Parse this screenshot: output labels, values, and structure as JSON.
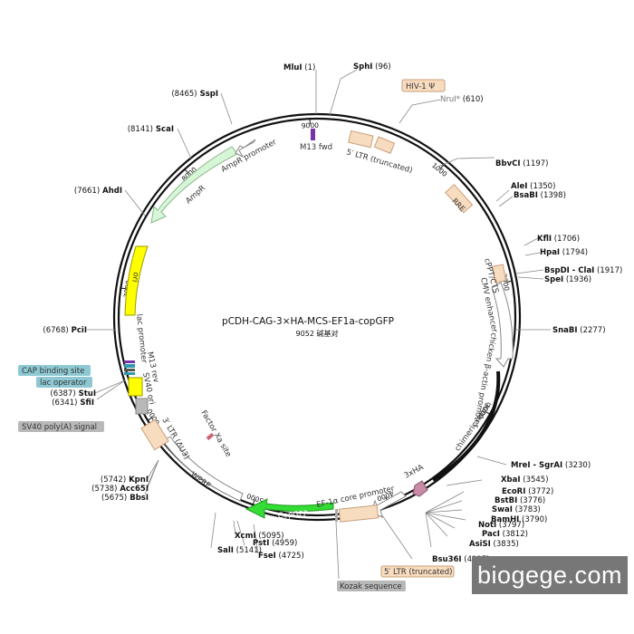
{
  "title": "pCDH-CAG-3×HA-MCS-EF1a-copGFP",
  "subtitle": "9052 碱基对",
  "watermark": "biogege.com",
  "colors": {
    "ring": "#111111",
    "ltr": "#f8dcbf",
    "ltr_stroke": "#c8a07a",
    "ampr": "#d7f5d7",
    "ampr_stroke": "#8ab98a",
    "ori": "#ffff00",
    "copgfp": "#33dd33",
    "promoter": "#ffffff",
    "cap_bg": "#8ec9d3",
    "gray_bg": "#b8b8b8",
    "m13": "#7733aa",
    "xa": "#cc6677",
    "ha": "#c98aa6"
  },
  "ticks": [
    {
      "pos": 1000,
      "label": "1000"
    },
    {
      "pos": 2000,
      "label": "2000"
    },
    {
      "pos": 3000,
      "label": "3000"
    },
    {
      "pos": 4000,
      "label": "4000"
    },
    {
      "pos": 5000,
      "label": "5000"
    },
    {
      "pos": 6000,
      "label": "6000"
    },
    {
      "pos": 7000,
      "label": "7000"
    },
    {
      "pos": 8000,
      "label": "8000"
    },
    {
      "pos": 9000,
      "label": "9000"
    }
  ],
  "sites": [
    {
      "name": "MluI",
      "coord": "(1)"
    },
    {
      "name": "SphI",
      "coord": "(96)"
    },
    {
      "name": "NruI*",
      "coord": "(610)",
      "gray": true
    },
    {
      "name": "BbvCI",
      "coord": "(1197)"
    },
    {
      "name": "AleI",
      "coord": "(1350)"
    },
    {
      "name": "BsaBI",
      "coord": "(1398)"
    },
    {
      "name": "KflI",
      "coord": "(1706)"
    },
    {
      "name": "HpaI",
      "coord": "(1794)"
    },
    {
      "name": "BspDI - ClaI",
      "coord": "(1917)"
    },
    {
      "name": "SpeI",
      "coord": "(1936)"
    },
    {
      "name": "SnaBI",
      "coord": "(2277)"
    },
    {
      "name": "MreI - SgrAI",
      "coord": "(3230)"
    },
    {
      "name": "XbaI",
      "coord": "(3545)"
    },
    {
      "name": "EcoRI",
      "coord": "(3772)"
    },
    {
      "name": "BstBI",
      "coord": "(3776)"
    },
    {
      "name": "SwaI",
      "coord": "(3783)"
    },
    {
      "name": "BamHI",
      "coord": "(3790)"
    },
    {
      "name": "NotI",
      "coord": "(3797)"
    },
    {
      "name": "PacI",
      "coord": "(3812)"
    },
    {
      "name": "AsiSI",
      "coord": "(3835)"
    },
    {
      "name": "Bsu36I",
      "coord": "(4117)"
    },
    {
      "name": "FseI",
      "coord": "(4725)"
    },
    {
      "name": "PstI",
      "coord": "(4959)"
    },
    {
      "name": "XcmI",
      "coord": "(5095)"
    },
    {
      "name": "SalI",
      "coord": "(5141)"
    },
    {
      "name": "BbsI",
      "coord": "(5675)"
    },
    {
      "name": "Acc65I",
      "coord": "(5738)"
    },
    {
      "name": "KpnI",
      "coord": "(5742)"
    },
    {
      "name": "SfiI",
      "coord": "(6341)"
    },
    {
      "name": "StuI",
      "coord": "(6387)"
    },
    {
      "name": "PciI",
      "coord": "(6768)"
    },
    {
      "name": "AhdI",
      "coord": "(7661)"
    },
    {
      "name": "ScaI",
      "coord": "(8141)"
    },
    {
      "name": "SspI",
      "coord": "(8465)"
    }
  ],
  "features": {
    "hiv_psi": "HIV-1 Ψ",
    "ltr5_trunc": "5′ LTR (truncated)",
    "rre": "RRE",
    "cppt": "cPPT/CTS",
    "cmv_enh": "CMV enhancer",
    "cba_prom": "chicken β-actin promoter",
    "chim_intron": "chimeric intron",
    "ha": "3xHA",
    "ef1a": "EF-1α core promoter",
    "kozak": "Kozak sequence",
    "ltr5_trunc_box": "5′ LTR (truncated)",
    "copgfp": "CopGFP",
    "wpre": "WPRE",
    "ltr3": "3′ LTR (ΔU3)",
    "factor_xa": "Factor Xa site",
    "sv40_polya": "SV40 poly(A) signal",
    "sv40_ori": "SV40 ori",
    "m13_rev": "M13 rev",
    "lac_prom": "lac promoter",
    "lac_op": "lac operator",
    "cap": "CAP binding site",
    "ori": "ori",
    "ampr": "AmpR",
    "ampr_prom": "AmpR promoter",
    "m13_fwd": "M13 fwd"
  }
}
